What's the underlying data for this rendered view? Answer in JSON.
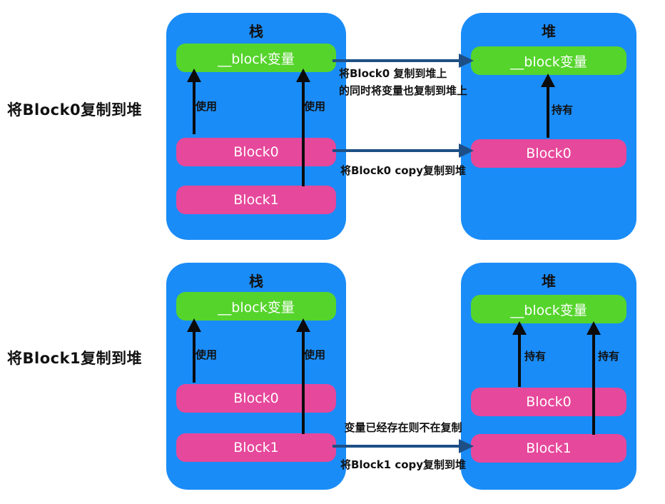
{
  "rows": [
    {
      "label": "将Block0复制到堆",
      "stack": {
        "title": "栈",
        "variable": "__block变量",
        "blocks": [
          "Block0",
          "Block1"
        ],
        "arrow_labels": [
          "使用",
          "使用"
        ]
      },
      "heap": {
        "title": "堆",
        "variable": "__block变量",
        "blocks": [
          "Block0"
        ],
        "arrow_labels": [
          "持有"
        ]
      },
      "transfer_labels": {
        "variable_line1": "将Block0 复制到堆上",
        "variable_line2": "的同时将变量也复制到堆上",
        "block": "将Block0 copy复制到堆"
      }
    },
    {
      "label": "将Block1复制到堆",
      "stack": {
        "title": "栈",
        "variable": "__block变量",
        "blocks": [
          "Block0",
          "Block1"
        ],
        "arrow_labels": [
          "使用",
          "使用"
        ]
      },
      "heap": {
        "title": "堆",
        "variable": "__block变量",
        "blocks": [
          "Block0",
          "Block1"
        ],
        "arrow_labels": [
          "持有",
          "持有"
        ]
      },
      "transfer_labels": {
        "note": "变量已经存在则不在复制",
        "block": "将Block1 copy复制到堆"
      }
    }
  ],
  "colors": {
    "panel": "#1a8cf7",
    "variable": "#55d42c",
    "block": "#e6489b",
    "arrow_dark": "#0b0b0b",
    "arrow_transfer": "#1d4f86"
  }
}
